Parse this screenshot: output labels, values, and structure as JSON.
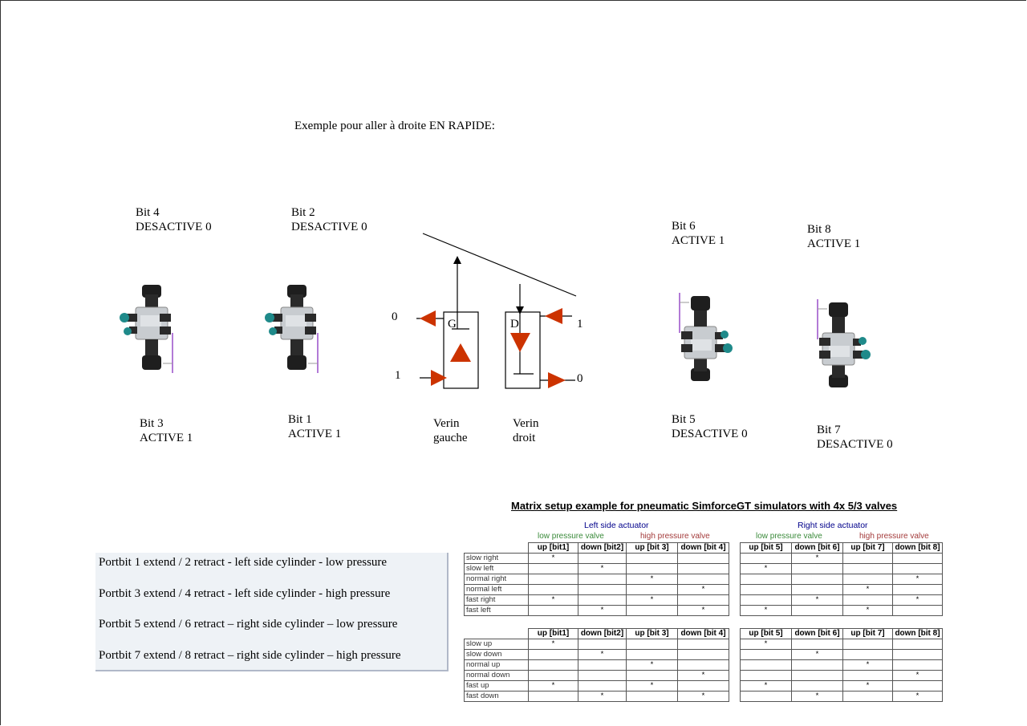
{
  "heading": "Exemple pour aller à droite EN RAPIDE:",
  "bits": {
    "bit4": {
      "name": "Bit 4",
      "state": "DESACTIVE 0"
    },
    "bit2": {
      "name": "Bit 2",
      "state": "DESACTIVE 0"
    },
    "bit6": {
      "name": "Bit 6",
      "state": "ACTIVE 1"
    },
    "bit8": {
      "name": "Bit 8",
      "state": "ACTIVE 1"
    },
    "bit3": {
      "name": "Bit 3",
      "state": "ACTIVE 1"
    },
    "bit1": {
      "name": "Bit 1",
      "state": "ACTIVE 1"
    },
    "bit5": {
      "name": "Bit 5",
      "state": "DESACTIVE 0"
    },
    "bit7": {
      "name": "Bit 7",
      "state": "DESACTIVE 0"
    }
  },
  "cylinders": {
    "left": {
      "letter": "G",
      "caption_1": "Verin",
      "caption_2": "gauche",
      "top_value": "0",
      "bottom_value": "1"
    },
    "right": {
      "letter": "D",
      "caption_1": "Verin",
      "caption_2": "droit",
      "top_value": "1",
      "bottom_value": "0"
    }
  },
  "colors": {
    "arrow": "#cc3300",
    "valve_body": "#c8ccd0",
    "valve_dark": "#1e1e1e",
    "valve_teal": "#1f8a8a",
    "valve_purple": "#b27ad6"
  },
  "portbits": [
    "Portbit 1 extend / 2 retract - left side cylinder - low pressure",
    "Portbit 3 extend / 4 retract - left side cylinder - high pressure",
    "Portbit 5 extend / 6 retract – right side cylinder – low pressure",
    "Portbit 7 extend / 8 retract – right side cylinder – high pressure"
  ],
  "matrix": {
    "title": "Matrix setup example for pneumatic SimforceGT simulators with 4x 5/3 valves",
    "left_side": "Left side actuator",
    "right_side": "Right side actuator",
    "low_pressure": "low pressure valve",
    "high_pressure": "high pressure valve",
    "headers_left": [
      "up [bit1]",
      "down [bit2]",
      "up [bit 3]",
      "down [bit 4]"
    ],
    "headers_right": [
      "up [bit 5]",
      "down [bit 6]",
      "up [bit 7]",
      "down [bit 8]"
    ],
    "mark": "*",
    "table1": [
      {
        "label": "slow right",
        "left": [
          1,
          0,
          0,
          0
        ],
        "right": [
          0,
          1,
          0,
          0
        ]
      },
      {
        "label": "slow left",
        "left": [
          0,
          1,
          0,
          0
        ],
        "right": [
          1,
          0,
          0,
          0
        ]
      },
      {
        "label": "normal right",
        "left": [
          0,
          0,
          1,
          0
        ],
        "right": [
          0,
          0,
          0,
          1
        ]
      },
      {
        "label": "normal left",
        "left": [
          0,
          0,
          0,
          1
        ],
        "right": [
          0,
          0,
          1,
          0
        ]
      },
      {
        "label": "fast right",
        "left": [
          1,
          0,
          1,
          0
        ],
        "right": [
          0,
          1,
          0,
          1
        ]
      },
      {
        "label": "fast left",
        "left": [
          0,
          1,
          0,
          1
        ],
        "right": [
          1,
          0,
          1,
          0
        ]
      }
    ],
    "table2": [
      {
        "label": "slow up",
        "left": [
          1,
          0,
          0,
          0
        ],
        "right": [
          1,
          0,
          0,
          0
        ]
      },
      {
        "label": "slow down",
        "left": [
          0,
          1,
          0,
          0
        ],
        "right": [
          0,
          1,
          0,
          0
        ]
      },
      {
        "label": "normal up",
        "left": [
          0,
          0,
          1,
          0
        ],
        "right": [
          0,
          0,
          1,
          0
        ]
      },
      {
        "label": "normal down",
        "left": [
          0,
          0,
          0,
          1
        ],
        "right": [
          0,
          0,
          0,
          1
        ]
      },
      {
        "label": "fast up",
        "left": [
          1,
          0,
          1,
          0
        ],
        "right": [
          1,
          0,
          1,
          0
        ]
      },
      {
        "label": "fast down",
        "left": [
          0,
          1,
          0,
          1
        ],
        "right": [
          0,
          1,
          0,
          1
        ]
      }
    ]
  }
}
